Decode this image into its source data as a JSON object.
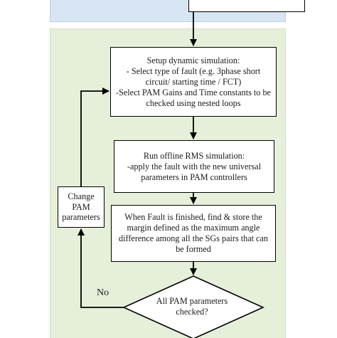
{
  "flowchart": {
    "setup_box": "Setup dynamic simulation:\n- Select type of fault (e.g. 3phase short\ncircuit/ starting time / FCT)\n-Select PAM Gains and Time constants to be\nchecked using nested loops",
    "run_box": "Run offline RMS simulation:\n-apply the fault with the new universal\nparameters in PAM controllers",
    "fault_box": "When Fault is finished, find & store the\nmargin defined as the maximum angle\ndifference among all the SGs pairs that can\nbe formed",
    "change_box": "Change\nPAM\nparameters",
    "decision": "All PAM parameters\nchecked?",
    "no_label": "No"
  },
  "colors": {
    "top_panel": "#d7e6f2",
    "main_panel": "#e6efd9",
    "stroke": "#000000"
  }
}
